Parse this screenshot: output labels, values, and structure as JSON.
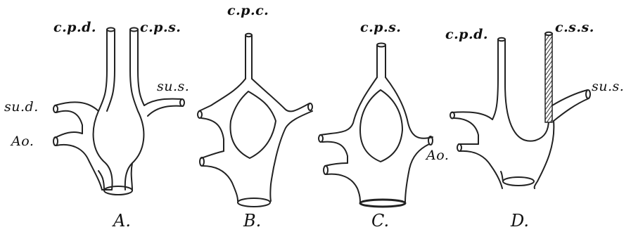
{
  "panels": [
    {
      "caption": "A.",
      "labels": {
        "left_top": "c.p.d.",
        "right_top": "c.p.s.",
        "left_mid": "su.d.",
        "right_mid": "su.s.",
        "left_low": "Ao."
      }
    },
    {
      "caption": "B.",
      "labels": {
        "top": "c.p.c."
      }
    },
    {
      "caption": "C.",
      "labels": {
        "top": "c.p.s."
      }
    },
    {
      "caption": "D.",
      "labels": {
        "left_top": "c.p.d.",
        "right_top": "c.s.s.",
        "right_mid": "su.s.",
        "left_low": "Ao."
      }
    }
  ]
}
